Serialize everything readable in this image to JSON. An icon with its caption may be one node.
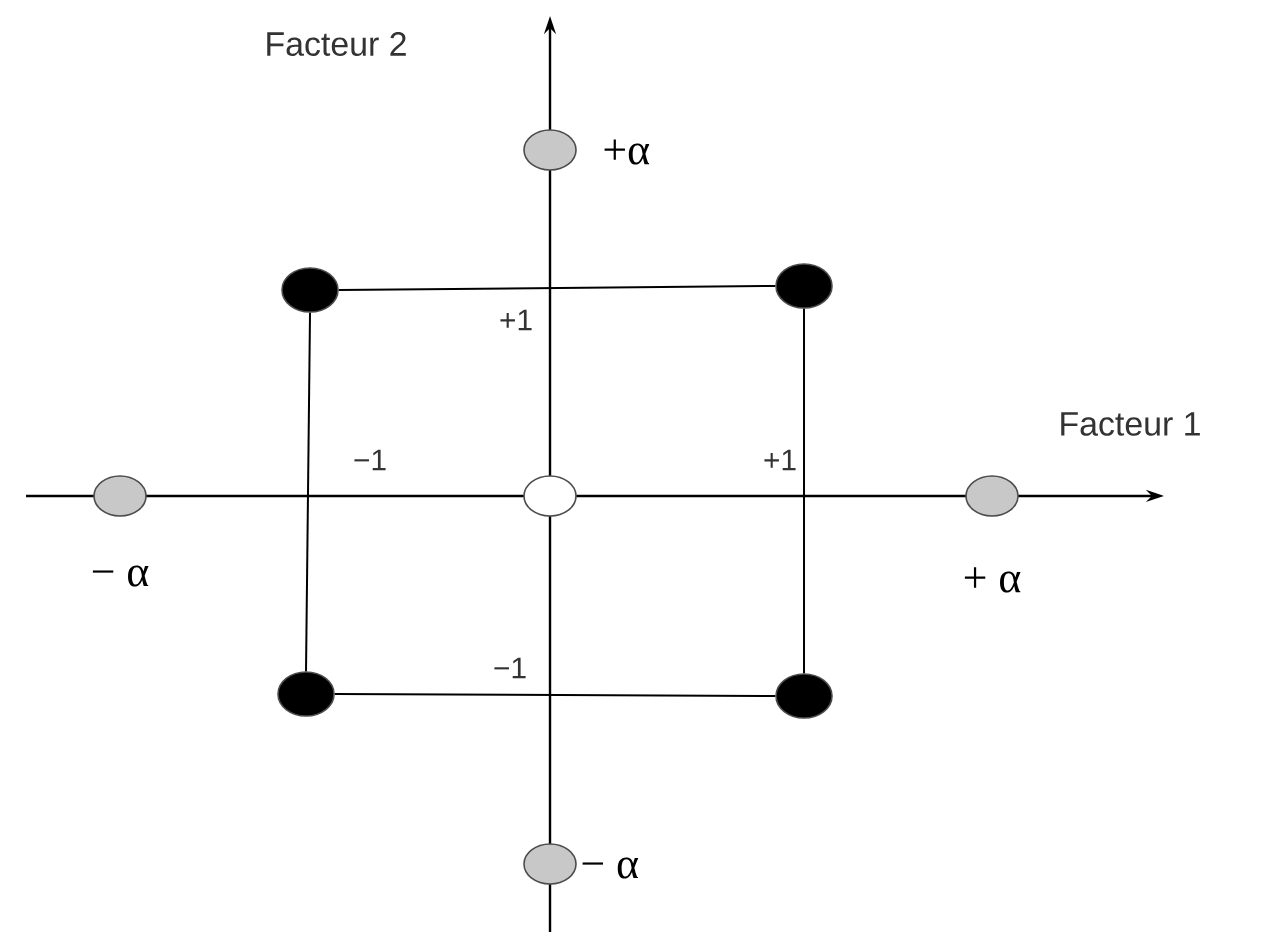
{
  "diagram": {
    "nodes": [
      {
        "text": [],
        "shape": "circle",
        "beside": [
          "+α"
        ]
      },
      {
        "text": [],
        "shape": "circle"
      },
      {
        "text": [],
        "shape": "circle"
      },
      {
        "text": [],
        "shape": "circle",
        "beside": [
          "− α"
        ]
      },
      {
        "text": [],
        "shape": "circle"
      },
      {
        "text": [],
        "shape": "circle",
        "beside": [
          "+ α"
        ]
      },
      {
        "text": [],
        "shape": "circle"
      },
      {
        "text": [],
        "shape": "circle"
      },
      {
        "text": [],
        "shape": "circle",
        "beside": [
          "− α"
        ]
      }
    ],
    "edges": [
      {
        "from": 1,
        "to": 2,
        "arrow": "none"
      },
      {
        "from": 1,
        "to": 6,
        "arrow": "none"
      },
      {
        "from": 2,
        "to": 7,
        "arrow": "none"
      },
      {
        "from": 6,
        "to": 7,
        "arrow": "none"
      }
    ],
    "labels": [
      "Facteur 2",
      "+1",
      "Facteur 1",
      "−1",
      "+1",
      "−1"
    ]
  }
}
